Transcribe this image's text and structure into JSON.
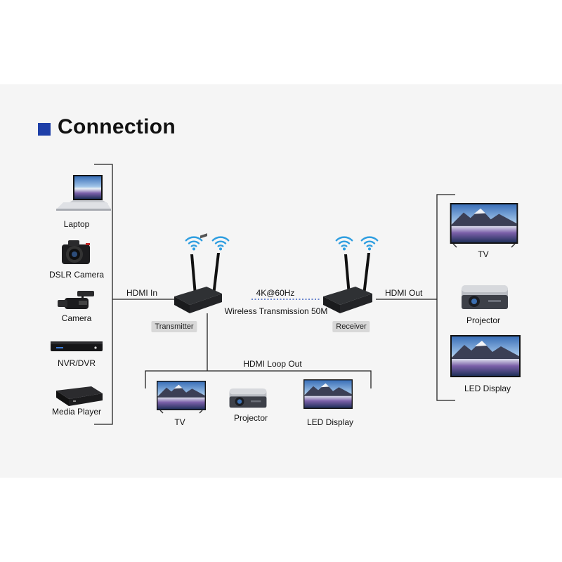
{
  "title": "Connection",
  "sources": [
    {
      "label": "Laptop",
      "icon": "laptop-icon"
    },
    {
      "label": "DSLR Camera",
      "icon": "dslr-camera-icon"
    },
    {
      "label": "Camera",
      "icon": "video-camera-icon"
    },
    {
      "label": "NVR/DVR",
      "icon": "nvr-dvr-icon"
    },
    {
      "label": "Media Player",
      "icon": "media-player-icon"
    }
  ],
  "links": {
    "hdmi_in": "HDMI In",
    "hdmi_out": "HDMI Out",
    "hdmi_loop_out": "HDMI Loop Out",
    "resolution": "4K@60Hz",
    "wireless": "Wireless Transmission 50M"
  },
  "transmitter": {
    "label": "Transmitter"
  },
  "receiver": {
    "label": "Receiver"
  },
  "loop_outputs": [
    {
      "label": "TV"
    },
    {
      "label": "Projector"
    },
    {
      "label": "LED Display"
    }
  ],
  "outputs": [
    {
      "label": "TV"
    },
    {
      "label": "Projector"
    },
    {
      "label": "LED Display"
    }
  ],
  "colors": {
    "accent": "#1e3fa8",
    "wifi": "#2f9ee0",
    "dotted": "#3b5fc0"
  }
}
